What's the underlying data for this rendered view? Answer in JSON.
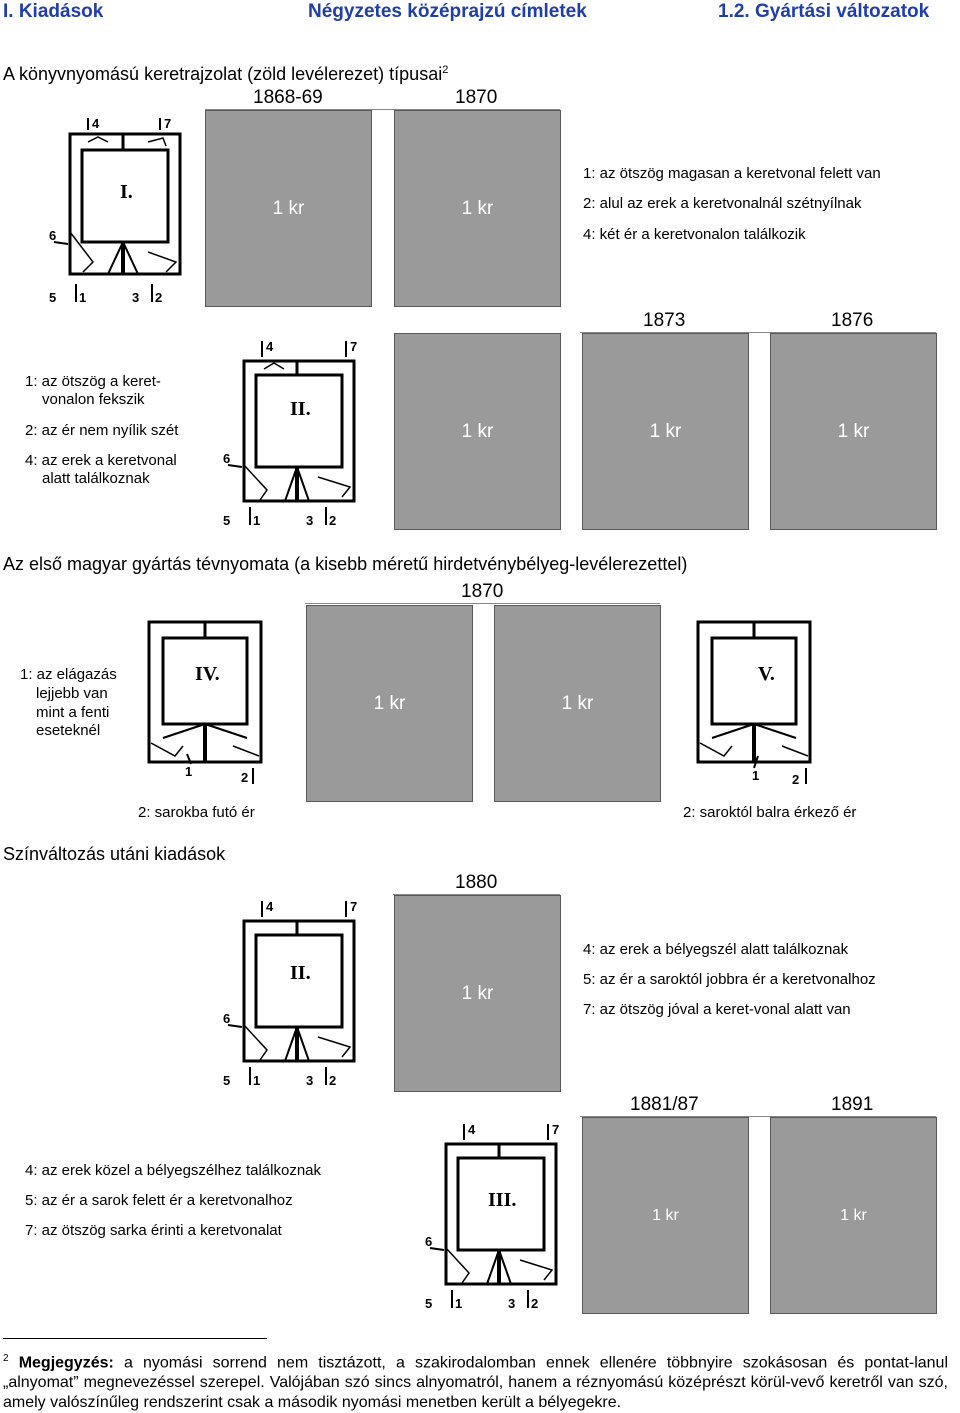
{
  "header": {
    "left": "I. Kiadások",
    "center": "Négyzetes középrajzú címletek",
    "right": "1.2. Gyártási változatok"
  },
  "sections": {
    "s1": {
      "title": "A könyvnyomású keretrajzolat (zöld levélerezet) típusai",
      "sup": "2"
    },
    "s2": {
      "title": "Az első magyar gyártás tévnyomata (a kisebb méretű hirdetvénybélyeg-levélerezettel)"
    },
    "s3": {
      "title": "Színváltozás utáni kiadások"
    }
  },
  "years": {
    "y1": "1868-69",
    "y2": "1870",
    "y3": "1873",
    "y4": "1876",
    "y5": "1870",
    "y6": "1880",
    "y7": "1881/87",
    "y8": "1891"
  },
  "stamp_label": "1 kr",
  "diagrams": {
    "type1": "I.",
    "type2": "II.",
    "type3": "III.",
    "type4": "IV.",
    "type5": "V."
  },
  "diagram_marks": {
    "m1": "1",
    "m2": "2",
    "m3": "3",
    "m4": "4",
    "m5": "5",
    "m6": "6",
    "m7": "7"
  },
  "notes": {
    "n1_1": "1: az ötszög magasan a keretvonal felett van",
    "n1_2": "2: alul az erek a keretvonalnál szétnyílnak",
    "n1_3": "4: két ér a keretvonalon találkozik",
    "n2_1a": "1: az ötszög a keret-",
    "n2_1b": "vonalon fekszik",
    "n2_2": "2: az ér nem nyílik szét",
    "n2_3a": "4: az erek a keretvonal",
    "n2_3b": "alatt találkoznak",
    "n3_1a": "1: az elágazás",
    "n3_1b": "lejjebb  van",
    "n3_1c": "mint a fenti",
    "n3_1d": "eseteknél",
    "n3_2": "2: sarokba futó ér",
    "n3_3": "2: saroktól balra érkező ér",
    "n4_1": "4: az erek a bélyegszél alatt találkoznak",
    "n4_2": "5: az ér a saroktól jobbra ér a keretvonalhoz",
    "n4_3": "7: az ötszög jóval a keret-vonal alatt van",
    "n5_1": "4: az erek közel a bélyegszélhez találkoznak",
    "n5_2": "5: az ér a sarok felett ér a keretvonalhoz",
    "n5_3": "7: az ötszög sarka érinti a keretvonalat"
  },
  "footnote": {
    "num": "2",
    "label": "Megjegyzés:",
    "text": " a nyomási sorrend nem tisztázott, a szakirodalomban ennek ellenére többnyire szokásosan és pontat-lanul „alnyomat” megnevezéssel szerepel. Valójában szó sincs alnyomatról, hanem a réznyomású középrészt körül-vevő keretről van szó, amely valószínűleg rendszerint csak a második nyomási menetben került a bélyegekre."
  }
}
